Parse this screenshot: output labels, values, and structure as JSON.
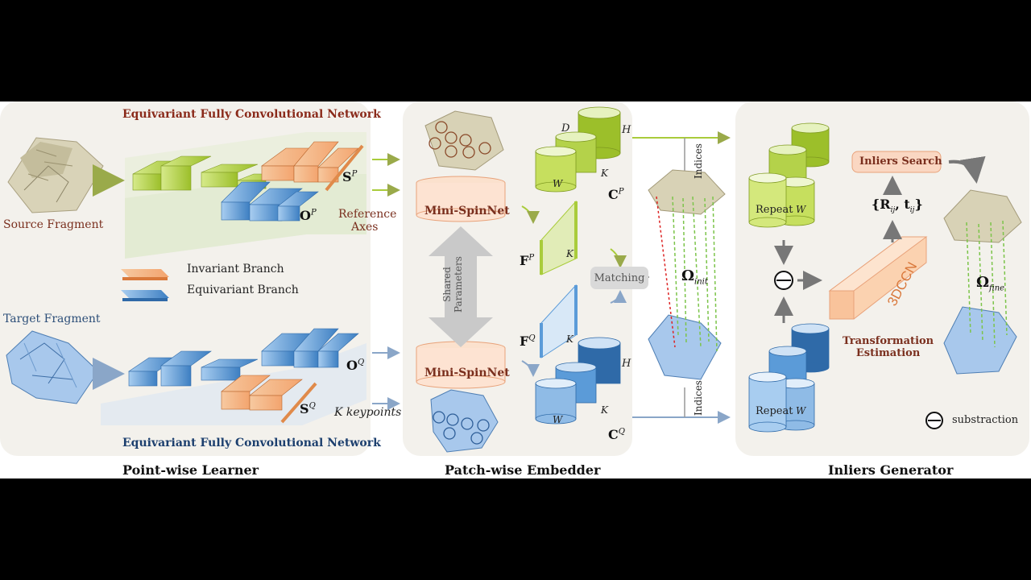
{
  "point_wise": {
    "title_top": "Equivariant Fully Convolutional Network",
    "title_bottom": "Equivariant Fully Convolutional Network",
    "source_label": "Source Fragment",
    "target_label": "Target Fragment",
    "legend_invariant": "Invariant Branch",
    "legend_equivariant": "Equivariant Branch",
    "s_p": "S",
    "s_p_sup": "P",
    "o_p": "O",
    "o_p_sup": "P",
    "o_q": "O",
    "o_q_sup": "Q",
    "s_q": "S",
    "s_q_sup": "Q",
    "ref_axes_1": "Reference",
    "ref_axes_2": "Axes",
    "k_keypoints": "K keypoints",
    "caption": "Point-wise Learner"
  },
  "patch_wise": {
    "spinnet_top": "Mini-SpinNet",
    "spinnet_bottom": "Mini-SpinNet",
    "shared_1": "Shared",
    "shared_2": "Parameters",
    "matching": "Matching",
    "f_p": "F",
    "f_p_sup": "P",
    "f_q": "F",
    "f_q_sup": "Q",
    "c_p": "C",
    "c_p_sup": "P",
    "c_q": "C",
    "c_q_sup": "Q",
    "dim_d": "D",
    "dim_h": "H",
    "dim_h2": "H",
    "dim_w": "W",
    "dim_w2": "W",
    "dim_k": "K",
    "dim_k2": "K",
    "dim_k3": "K",
    "dim_k4": "K",
    "caption": "Patch-wise Embedder"
  },
  "middle": {
    "omega_init": "Ω",
    "omega_init_sub": "init",
    "indices_top": "Indices",
    "indices_bottom": "Indices"
  },
  "inliers": {
    "inliers_search": "Inliers Search",
    "rt": "{R",
    "rt_ij": "ij",
    "rt_t": ", t",
    "rt_ij2": "ij",
    "rt_close": "}",
    "repeat_top": "Repeat",
    "repeat_bottom": "Repeat",
    "w_top": "W",
    "w_bottom": "W",
    "cnn": "3DCCN",
    "transformation_1": "Transformation",
    "transformation_2": "Estimation",
    "omega_fine": "Ω",
    "omega_fine_sub": "fine",
    "subtraction": "substraction",
    "caption": "Inliers Generator"
  },
  "colors": {
    "green": "#a9cc3b",
    "blue": "#5b9bd8",
    "orange": "#e8894a",
    "panel": "#f3f1ec"
  }
}
